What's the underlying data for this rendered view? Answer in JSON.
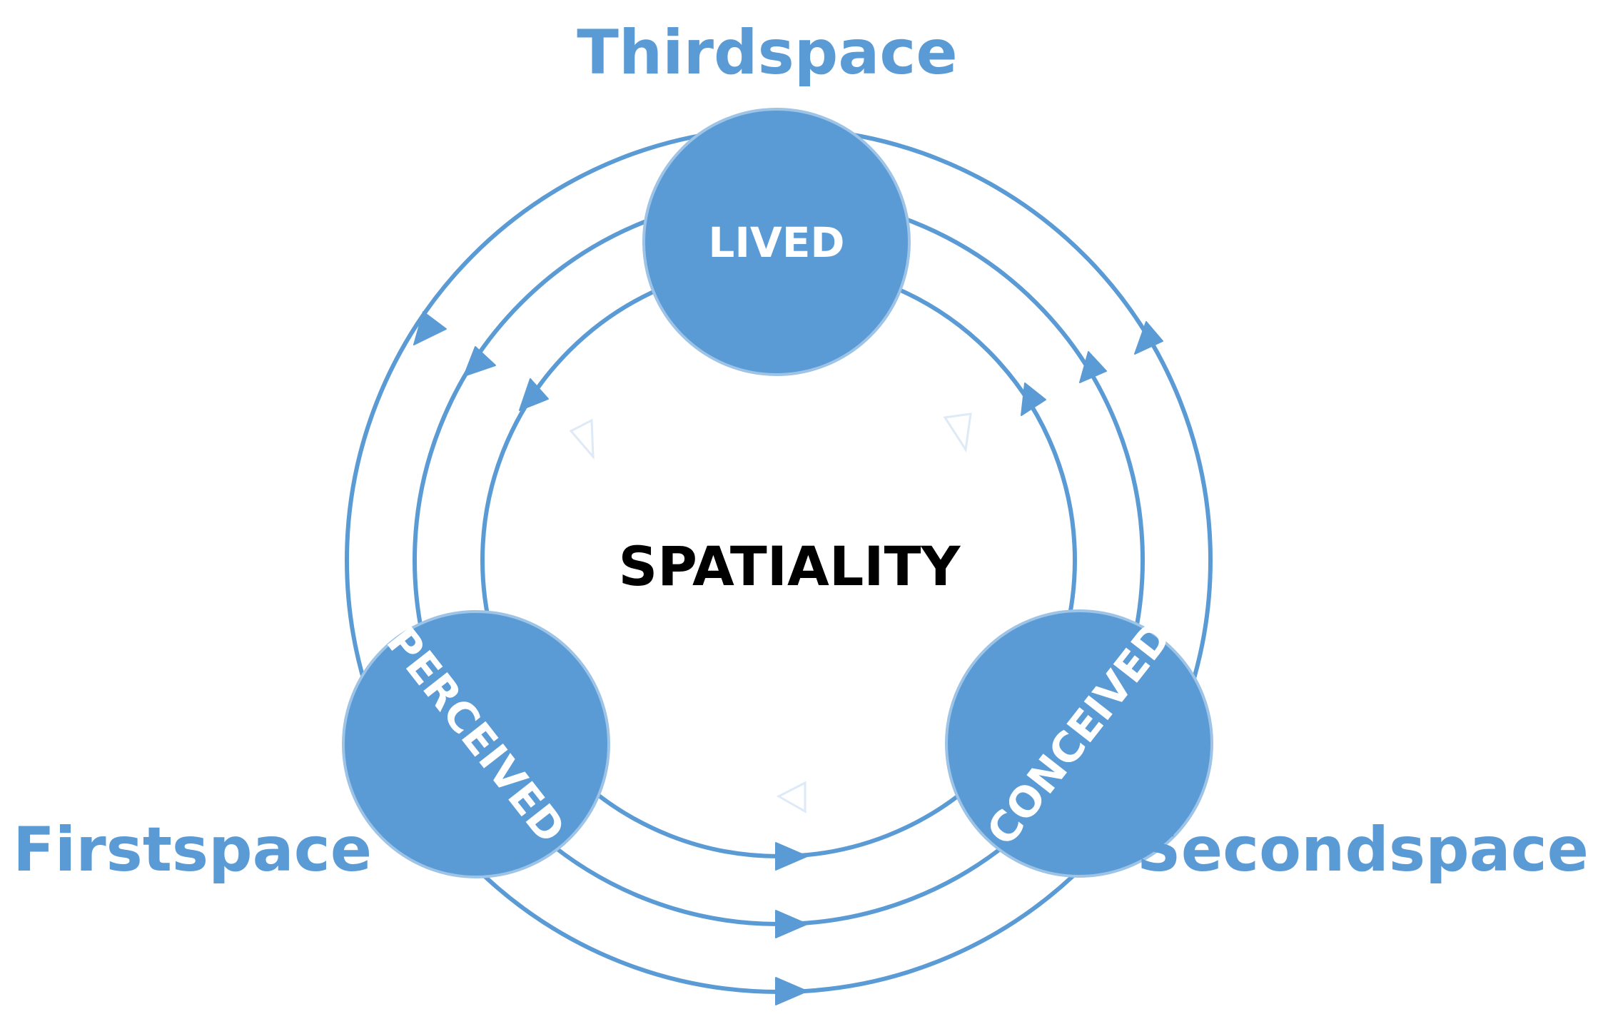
{
  "center": {
    "label": "SPATIALITY"
  },
  "spaces": {
    "third": "Thirdspace",
    "first": "Firstspace",
    "second": "Secondspace"
  },
  "nodes": {
    "lived": "LIVED",
    "perceived": "PERCEIVED",
    "conceived": "CONCEIVED"
  },
  "colors": {
    "accent": "#5B9BD5",
    "node_stroke": "#9DC3E6",
    "text_dark": "#000000",
    "text_light": "#FFFFFF"
  }
}
